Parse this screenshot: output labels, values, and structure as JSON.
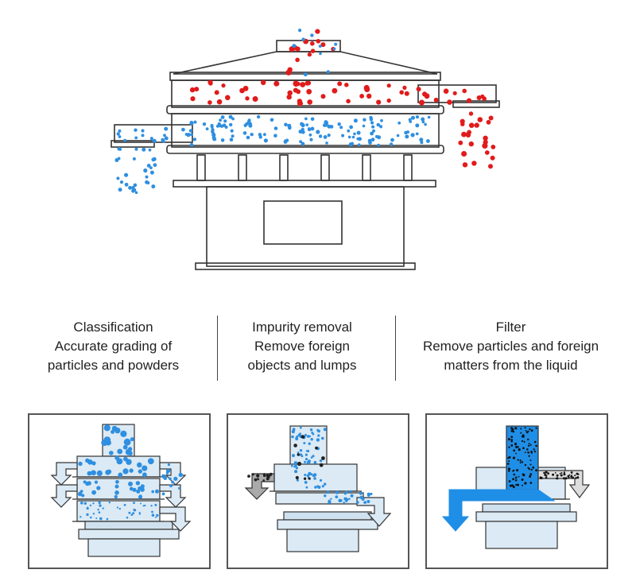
{
  "captions": [
    {
      "title": "Classification",
      "line1": "Accurate grading of",
      "line2": "particles and powders"
    },
    {
      "title": "Impurity removal",
      "line1": "Remove foreign",
      "line2": "objects and lumps"
    },
    {
      "title": "Filter",
      "line1": "Remove particles and foreign",
      "line2": "matters from the liquid"
    }
  ],
  "colors": {
    "red_particles": "#e11b1b",
    "blue_particles": "#2f8fe0",
    "machine_fill": "#dbeaf5",
    "liquid_blue": "#1f8ee6",
    "dark_particles": "#222222"
  },
  "icons": [
    "sieve-machine",
    "classification-sieve",
    "impurity-removal-sieve",
    "filter-sieve"
  ]
}
